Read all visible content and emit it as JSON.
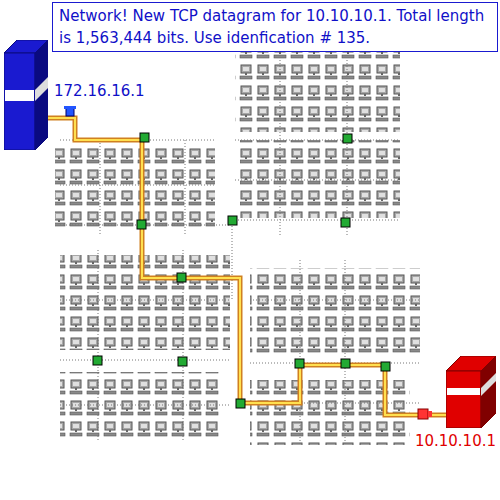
{
  "diagram": {
    "nodes": [
      {
        "text": [
          "Network! New TCP datagram for 10.10.10.1. Total length is 1,563,444 bits. Use idenfication # 135."
        ]
      },
      {
        "text": [
          "172.16.16.1"
        ]
      },
      {
        "text": [
          "10.10.10.1"
        ]
      }
    ],
    "edges": [
      {
        "from": 1,
        "to": 2,
        "arrow": "none"
      }
    ]
  }
}
